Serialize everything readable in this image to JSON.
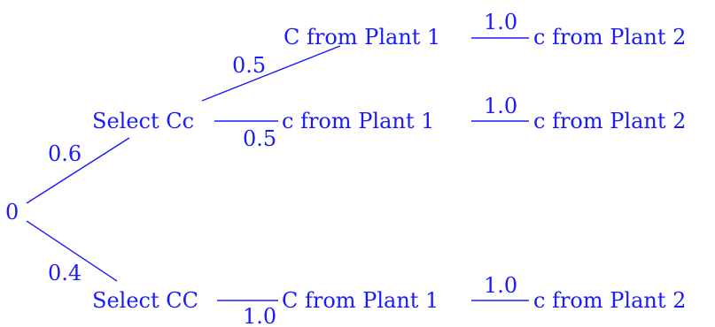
{
  "colors": {
    "ink": "#1a1aff",
    "background": "#ffffff"
  },
  "tree": {
    "root": {
      "label": "0"
    },
    "edges": {
      "root_to_cc_het": "0.6",
      "root_to_cc_hom": "0.4",
      "het_to_upper": "0.5",
      "het_to_middle": "0.5",
      "hom_to_lower": "1.0",
      "upper_to_end": "1.0",
      "middle_to_end": "1.0",
      "lower_to_end": "1.0"
    },
    "nodes": {
      "select_het": "Select Cc",
      "select_hom": "Select CC",
      "upper_plant1": "C from Plant 1",
      "upper_plant2": "c from Plant 2",
      "middle_plant1": "c from Plant 1",
      "middle_plant2": "c from Plant 2",
      "lower_plant1": "C from Plant 1",
      "lower_plant2": "c from Plant 2"
    }
  }
}
